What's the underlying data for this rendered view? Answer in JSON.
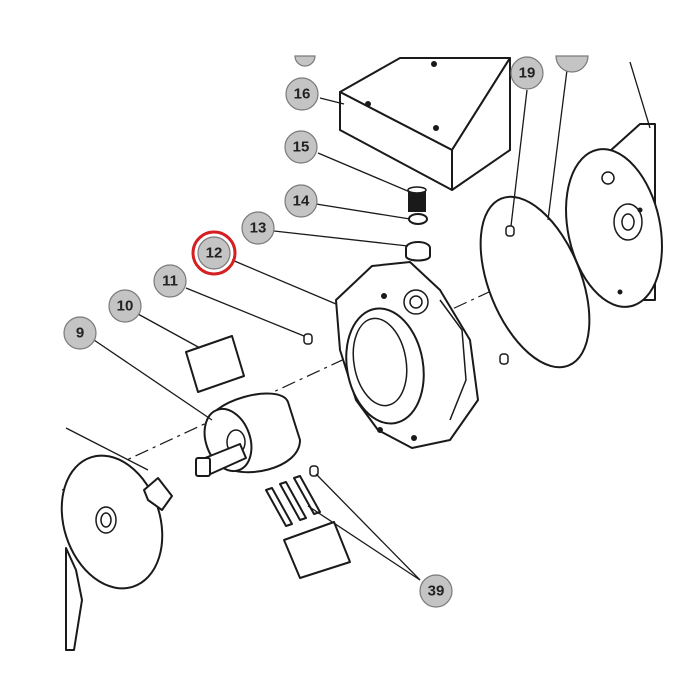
{
  "colors": {
    "callout_fill": "#c4c4c4",
    "highlight": "#d42020",
    "line": "#1a1a1a"
  },
  "callouts": [
    {
      "id": "9",
      "label": "9"
    },
    {
      "id": "10",
      "label": "10"
    },
    {
      "id": "11",
      "label": "11"
    },
    {
      "id": "12",
      "label": "12",
      "highlighted": true
    },
    {
      "id": "13",
      "label": "13"
    },
    {
      "id": "14",
      "label": "14"
    },
    {
      "id": "15",
      "label": "15"
    },
    {
      "id": "16",
      "label": "16"
    },
    {
      "id": "19",
      "label": "19"
    },
    {
      "id": "39",
      "label": "39"
    }
  ]
}
